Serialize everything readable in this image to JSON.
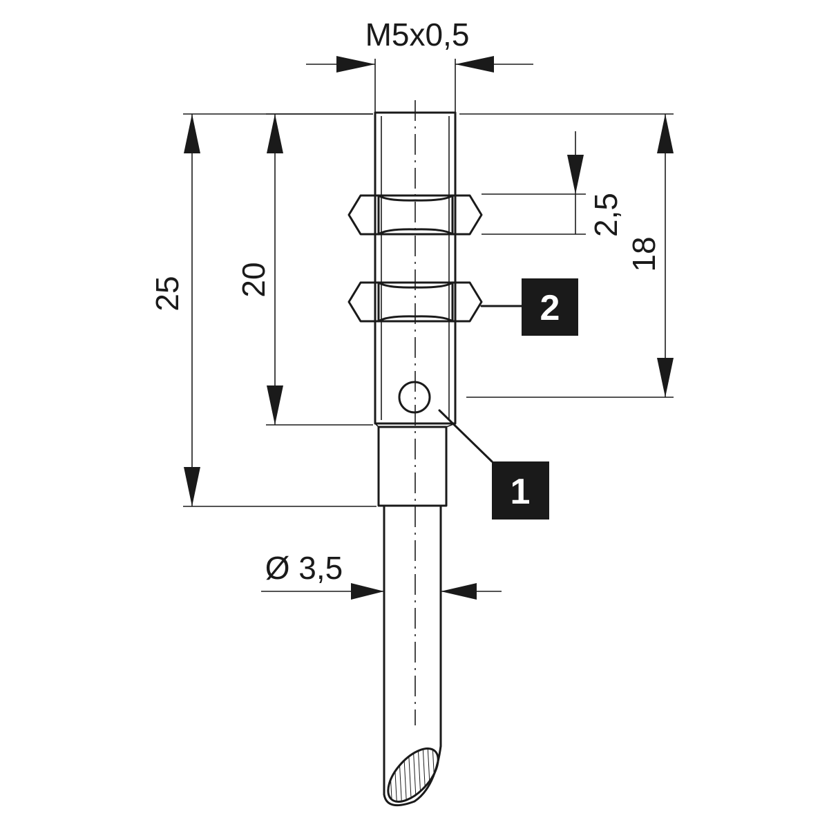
{
  "dimensions": {
    "thread": "M5x0,5",
    "total_length": "25",
    "body_length": "20",
    "nut_spacing": "18",
    "nut_height": "2,5",
    "cable_diameter": "Ø 3,5"
  },
  "callouts": {
    "one": "1",
    "two": "2"
  }
}
